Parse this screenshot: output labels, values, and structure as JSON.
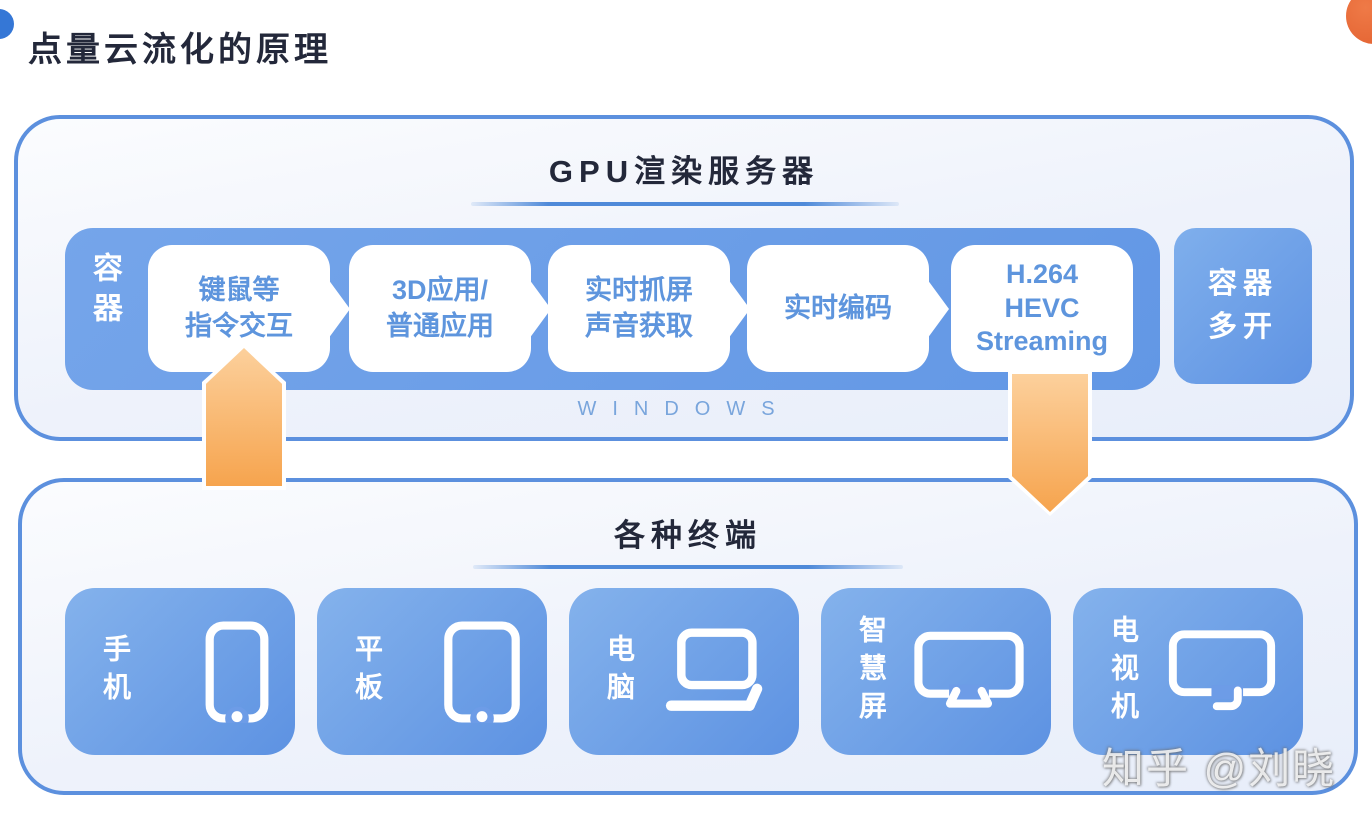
{
  "page": {
    "title": "点量云流化的原理",
    "watermark": "知乎 @刘晓"
  },
  "colors": {
    "border_blue": "#5c90de",
    "container_blue": "#6a9ce7",
    "card_blue_gradient": [
      "#84b2ec",
      "#5d92e2"
    ],
    "step_text_blue": "#5e95dd",
    "arrow_orange": "#f6a44e",
    "title_dark": "#23283a",
    "windows_blue": "#79a5dc"
  },
  "gpu_server": {
    "title": "GPU渲染服务器",
    "container_label": "容器",
    "os_label": "WINDOWS",
    "steps": [
      {
        "lines": [
          "键鼠等",
          "指令交互"
        ]
      },
      {
        "lines": [
          "3D应用/",
          "普通应用"
        ]
      },
      {
        "lines": [
          "实时抓屏",
          "声音获取"
        ]
      },
      {
        "lines": [
          "实时编码"
        ]
      },
      {
        "lines": [
          "H.264",
          "HEVC",
          "Streaming"
        ]
      }
    ],
    "side_box": {
      "lines": [
        "容器",
        "多开"
      ]
    }
  },
  "terminals_section": {
    "title": "各种终端",
    "terminals": [
      {
        "label": "手机",
        "icon": "phone-icon"
      },
      {
        "label": "平板",
        "icon": "tablet-icon"
      },
      {
        "label": "电脑",
        "icon": "laptop-icon"
      },
      {
        "label": "智慧屏",
        "icon": "smart-screen-icon"
      },
      {
        "label": "电视机",
        "icon": "tv-icon"
      }
    ]
  }
}
